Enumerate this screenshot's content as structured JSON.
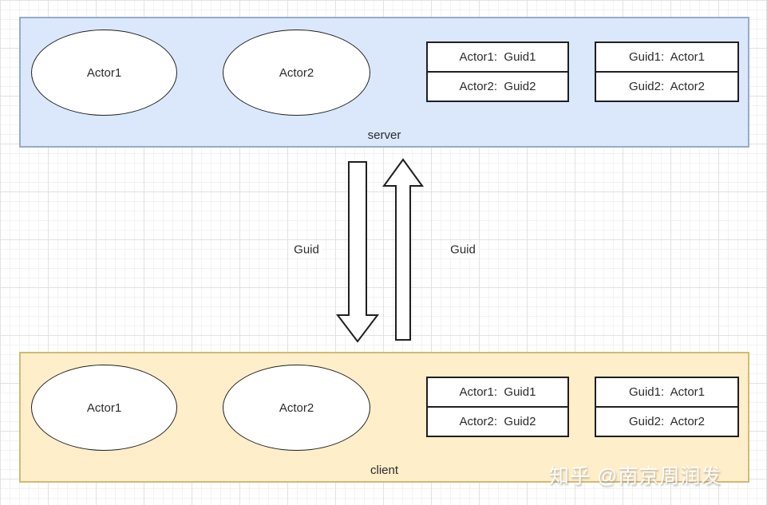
{
  "server": {
    "label": "server",
    "ellipses": [
      "Actor1",
      "Actor2"
    ],
    "table_left": [
      "Actor1:  Guid1",
      "Actor2:  Guid2"
    ],
    "table_right": [
      "Guid1:  Actor1",
      "Guid2:  Actor2"
    ]
  },
  "client": {
    "label": "client",
    "ellipses": [
      "Actor1",
      "Actor2"
    ],
    "table_left": [
      "Actor1:  Guid1",
      "Actor2:  Guid2"
    ],
    "table_right": [
      "Guid1:  Actor1",
      "Guid2:  Actor2"
    ]
  },
  "arrows": {
    "down_label": "Guid",
    "up_label": "Guid"
  },
  "watermark": "知乎 @南京周润发",
  "colors": {
    "server_fill": "#dbe8fb",
    "server_border": "#97abc9",
    "client_fill": "#ffeeca",
    "client_border": "#d2ba74",
    "shape_fill": "#ffffff",
    "shape_stroke": "#1f1f1f",
    "grid_major": "#e2e2e2",
    "grid_minor": "#f3f3f3"
  }
}
